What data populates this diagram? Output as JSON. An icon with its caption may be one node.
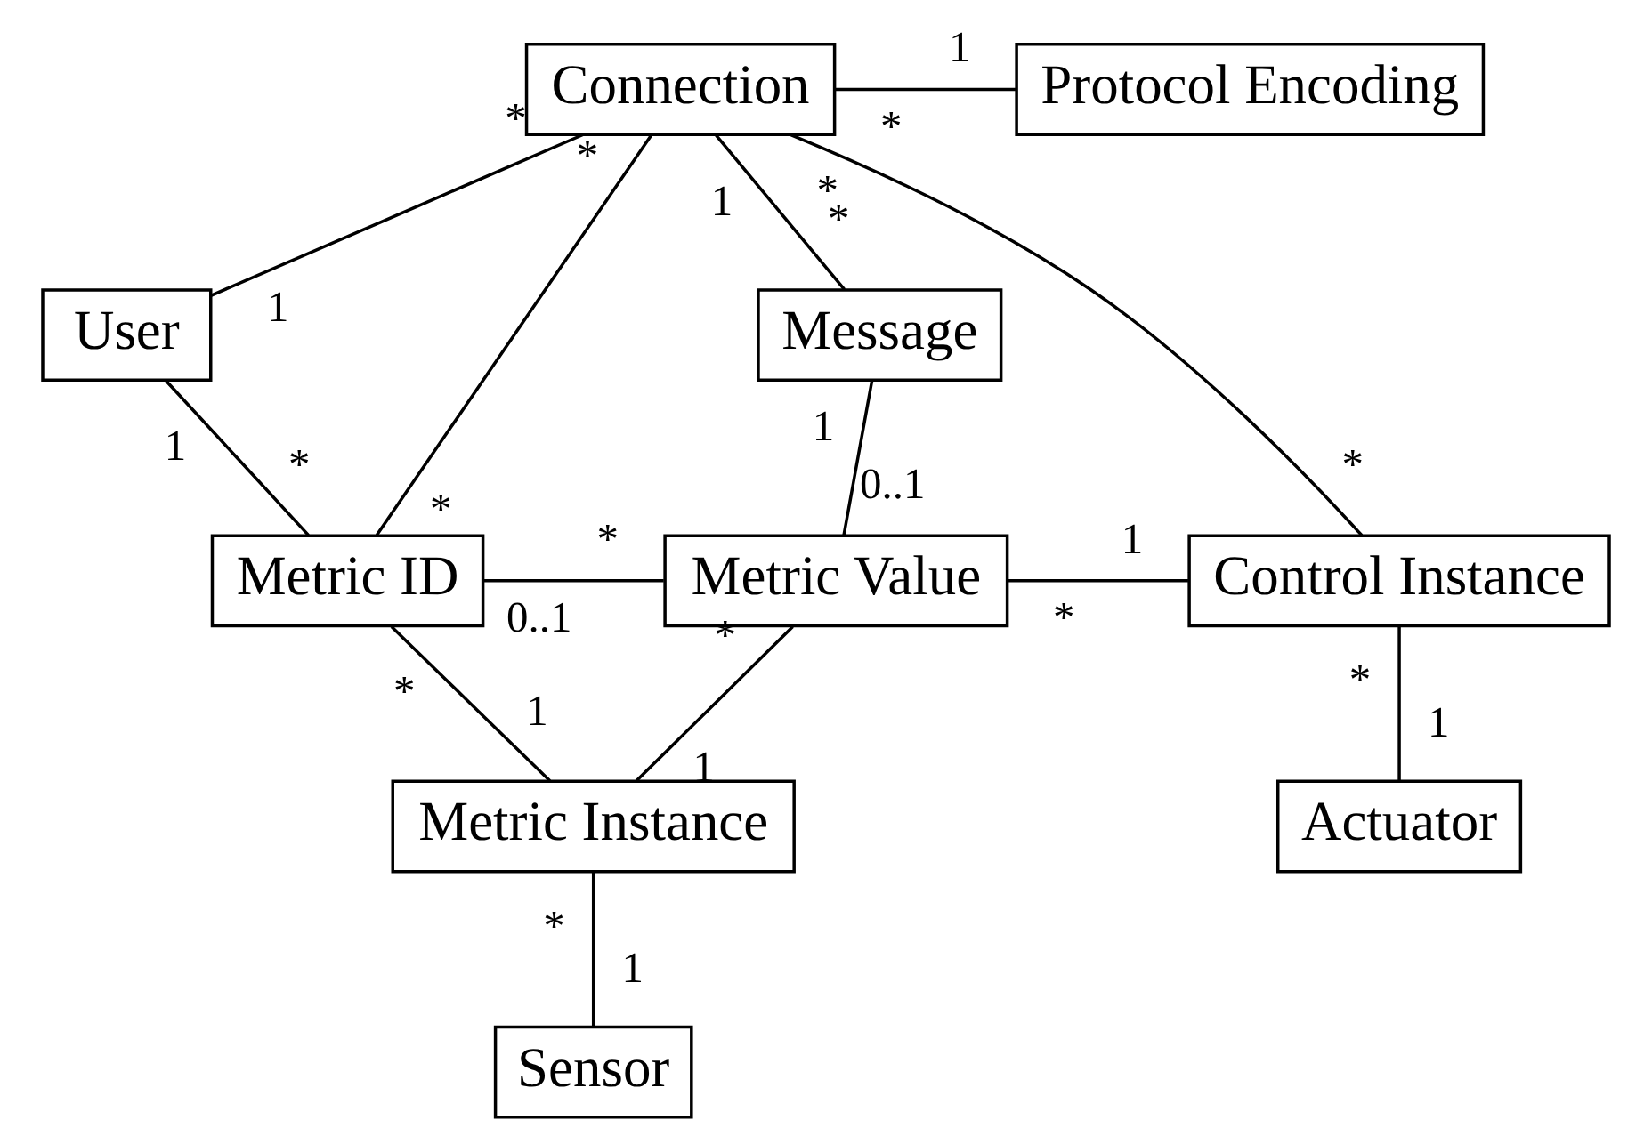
{
  "diagram": {
    "nodes": [
      {
        "text": [
          "Connection"
        ]
      },
      {
        "text": [
          "Protocol Encoding"
        ]
      },
      {
        "text": [
          "User"
        ]
      },
      {
        "text": [
          "Message"
        ]
      },
      {
        "text": [
          "Metric ID"
        ]
      },
      {
        "text": [
          "Metric Value"
        ]
      },
      {
        "text": [
          "Control Instance"
        ]
      },
      {
        "text": [
          "Metric Instance"
        ]
      },
      {
        "text": [
          "Actuator"
        ]
      },
      {
        "text": [
          "Sensor"
        ]
      }
    ],
    "edges": [
      {
        "from": 0,
        "to": 1,
        "arrow": "none"
      },
      {
        "from": 0,
        "to": 2,
        "arrow": "none"
      },
      {
        "from": 0,
        "to": 4,
        "arrow": "none"
      },
      {
        "from": 0,
        "to": 3,
        "arrow": "none"
      },
      {
        "from": 0,
        "to": 6,
        "arrow": "none"
      },
      {
        "from": 2,
        "to": 4,
        "arrow": "none"
      },
      {
        "from": 3,
        "to": 5,
        "arrow": "none"
      },
      {
        "from": 4,
        "to": 5,
        "arrow": "none"
      },
      {
        "from": 5,
        "to": 6,
        "arrow": "none"
      },
      {
        "from": 4,
        "to": 7,
        "arrow": "none"
      },
      {
        "from": 7,
        "to": 5,
        "arrow": "none"
      },
      {
        "from": 6,
        "to": 8,
        "arrow": "none"
      },
      {
        "from": 7,
        "to": 9,
        "arrow": "none"
      }
    ],
    "labels": [
      "*",
      "1",
      "*",
      "1",
      "*",
      "*",
      "1",
      "*",
      "*",
      "*",
      "1",
      "*",
      "1",
      "0..1",
      "0..1",
      "*",
      "*",
      "1",
      "*",
      "1",
      "1",
      "*",
      "*",
      "1",
      "*",
      "1"
    ]
  }
}
